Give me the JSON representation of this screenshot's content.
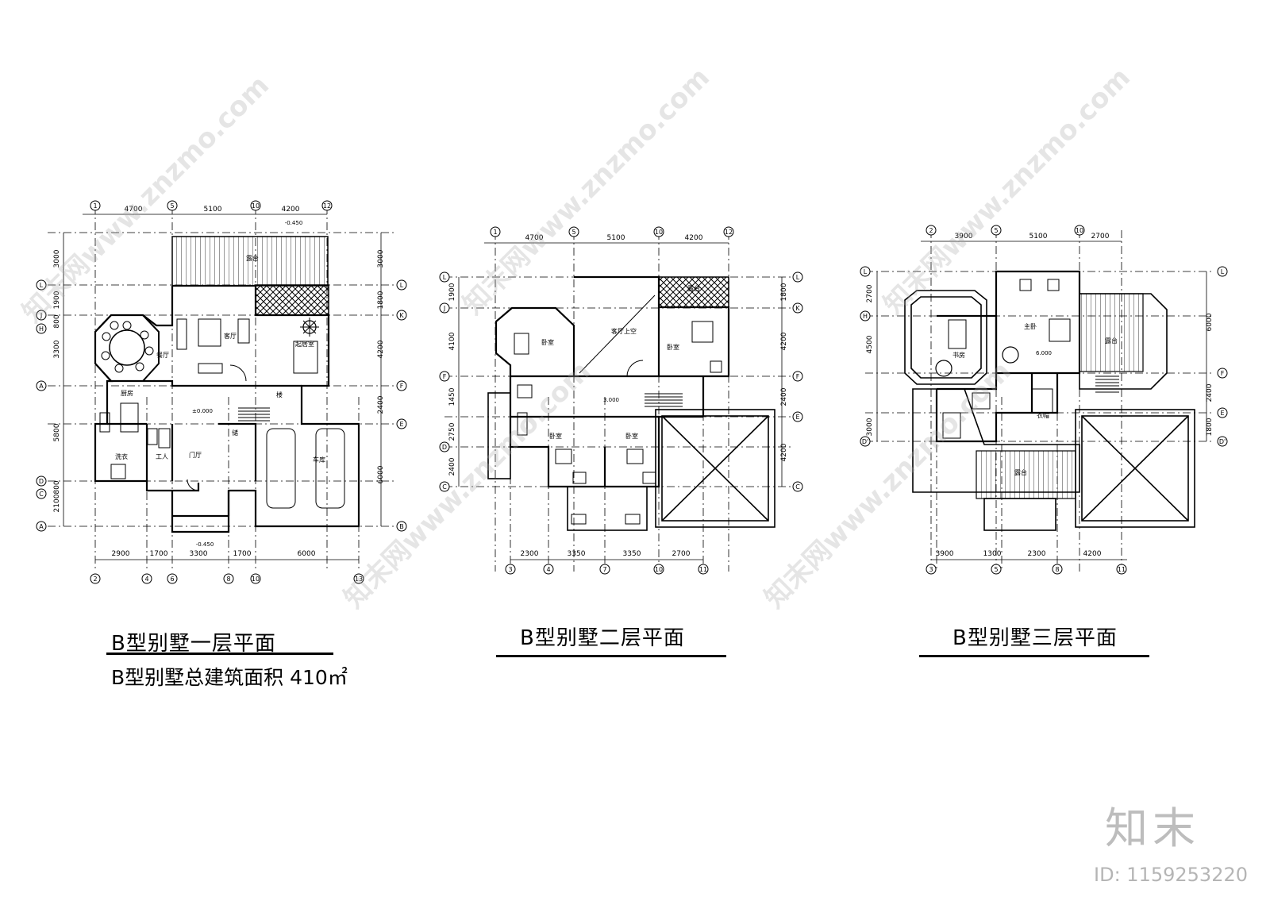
{
  "plans": [
    {
      "title": "B型别墅一层平面",
      "area_note": "B型别墅总建筑面积 410㎡",
      "top_dims": [
        "4700",
        "5100",
        "4200"
      ],
      "top_axes": [
        "1",
        "5",
        "10",
        "12"
      ],
      "bottom_dims": [
        "2900",
        "1700",
        "3300",
        "1700",
        "6000"
      ],
      "bottom_axes": [
        "2",
        "4",
        "6",
        "8",
        "10",
        "13"
      ],
      "left_dims": [
        "3000",
        "1900",
        "800",
        "3300",
        "5800",
        "800",
        "2100"
      ],
      "left_axes": [
        "L",
        "J",
        "H",
        "A",
        "D",
        "C",
        "A"
      ],
      "right_dims": [
        "3000",
        "1800",
        "4200",
        "2400",
        "6000"
      ],
      "right_axes": [
        "L",
        "K",
        "F",
        "E",
        "B"
      ],
      "rooms": [
        "露台",
        "客厅",
        "起居室",
        "餐厅",
        "厨房",
        "洗衣",
        "工人",
        "门厅",
        "储",
        "车库",
        "楼"
      ],
      "levels": [
        "-0.450",
        "±0.000",
        "-0.450"
      ]
    },
    {
      "title": "B型别墅二层平面",
      "top_dims": [
        "4700",
        "5100",
        "4200"
      ],
      "top_axes": [
        "1",
        "5",
        "10",
        "12"
      ],
      "bottom_dims": [
        "2300",
        "3350",
        "3350",
        "2700"
      ],
      "bottom_axes": [
        "3",
        "4",
        "7",
        "10",
        "11"
      ],
      "left_dims": [
        "1900",
        "4100",
        "1450",
        "2750",
        "2400"
      ],
      "left_axes": [
        "L",
        "J",
        "F",
        "D",
        "C"
      ],
      "right_dims": [
        "1800",
        "4200",
        "2400",
        "4200"
      ],
      "right_axes": [
        "L",
        "K",
        "F",
        "E",
        "C"
      ],
      "rooms": [
        "卧室",
        "客厅上空",
        "卧室",
        "露台",
        "卧室",
        "卧室"
      ],
      "levels": [
        "3.000"
      ]
    },
    {
      "title": "B型别墅三层平面",
      "top_dims": [
        "3900",
        "5100",
        "2700"
      ],
      "top_axes": [
        "2",
        "5",
        "10"
      ],
      "bottom_dims": [
        "3900",
        "1300",
        "2300",
        "4200"
      ],
      "bottom_axes": [
        "3",
        "5",
        "8",
        "11"
      ],
      "left_dims": [
        "2700",
        "4500",
        "3000"
      ],
      "left_axes": [
        "L",
        "H",
        "D'"
      ],
      "right_dims": [
        "6000",
        "2400",
        "1800"
      ],
      "right_axes": [
        "L",
        "F",
        "E",
        "D'"
      ],
      "rooms": [
        "主卧",
        "书房",
        "露台",
        "衣帽",
        "露台"
      ],
      "levels": [
        "6.000"
      ]
    }
  ],
  "watermark": {
    "site": "知末网www.znzmo.com",
    "logo": "知末",
    "id": "ID: 1159253220"
  }
}
